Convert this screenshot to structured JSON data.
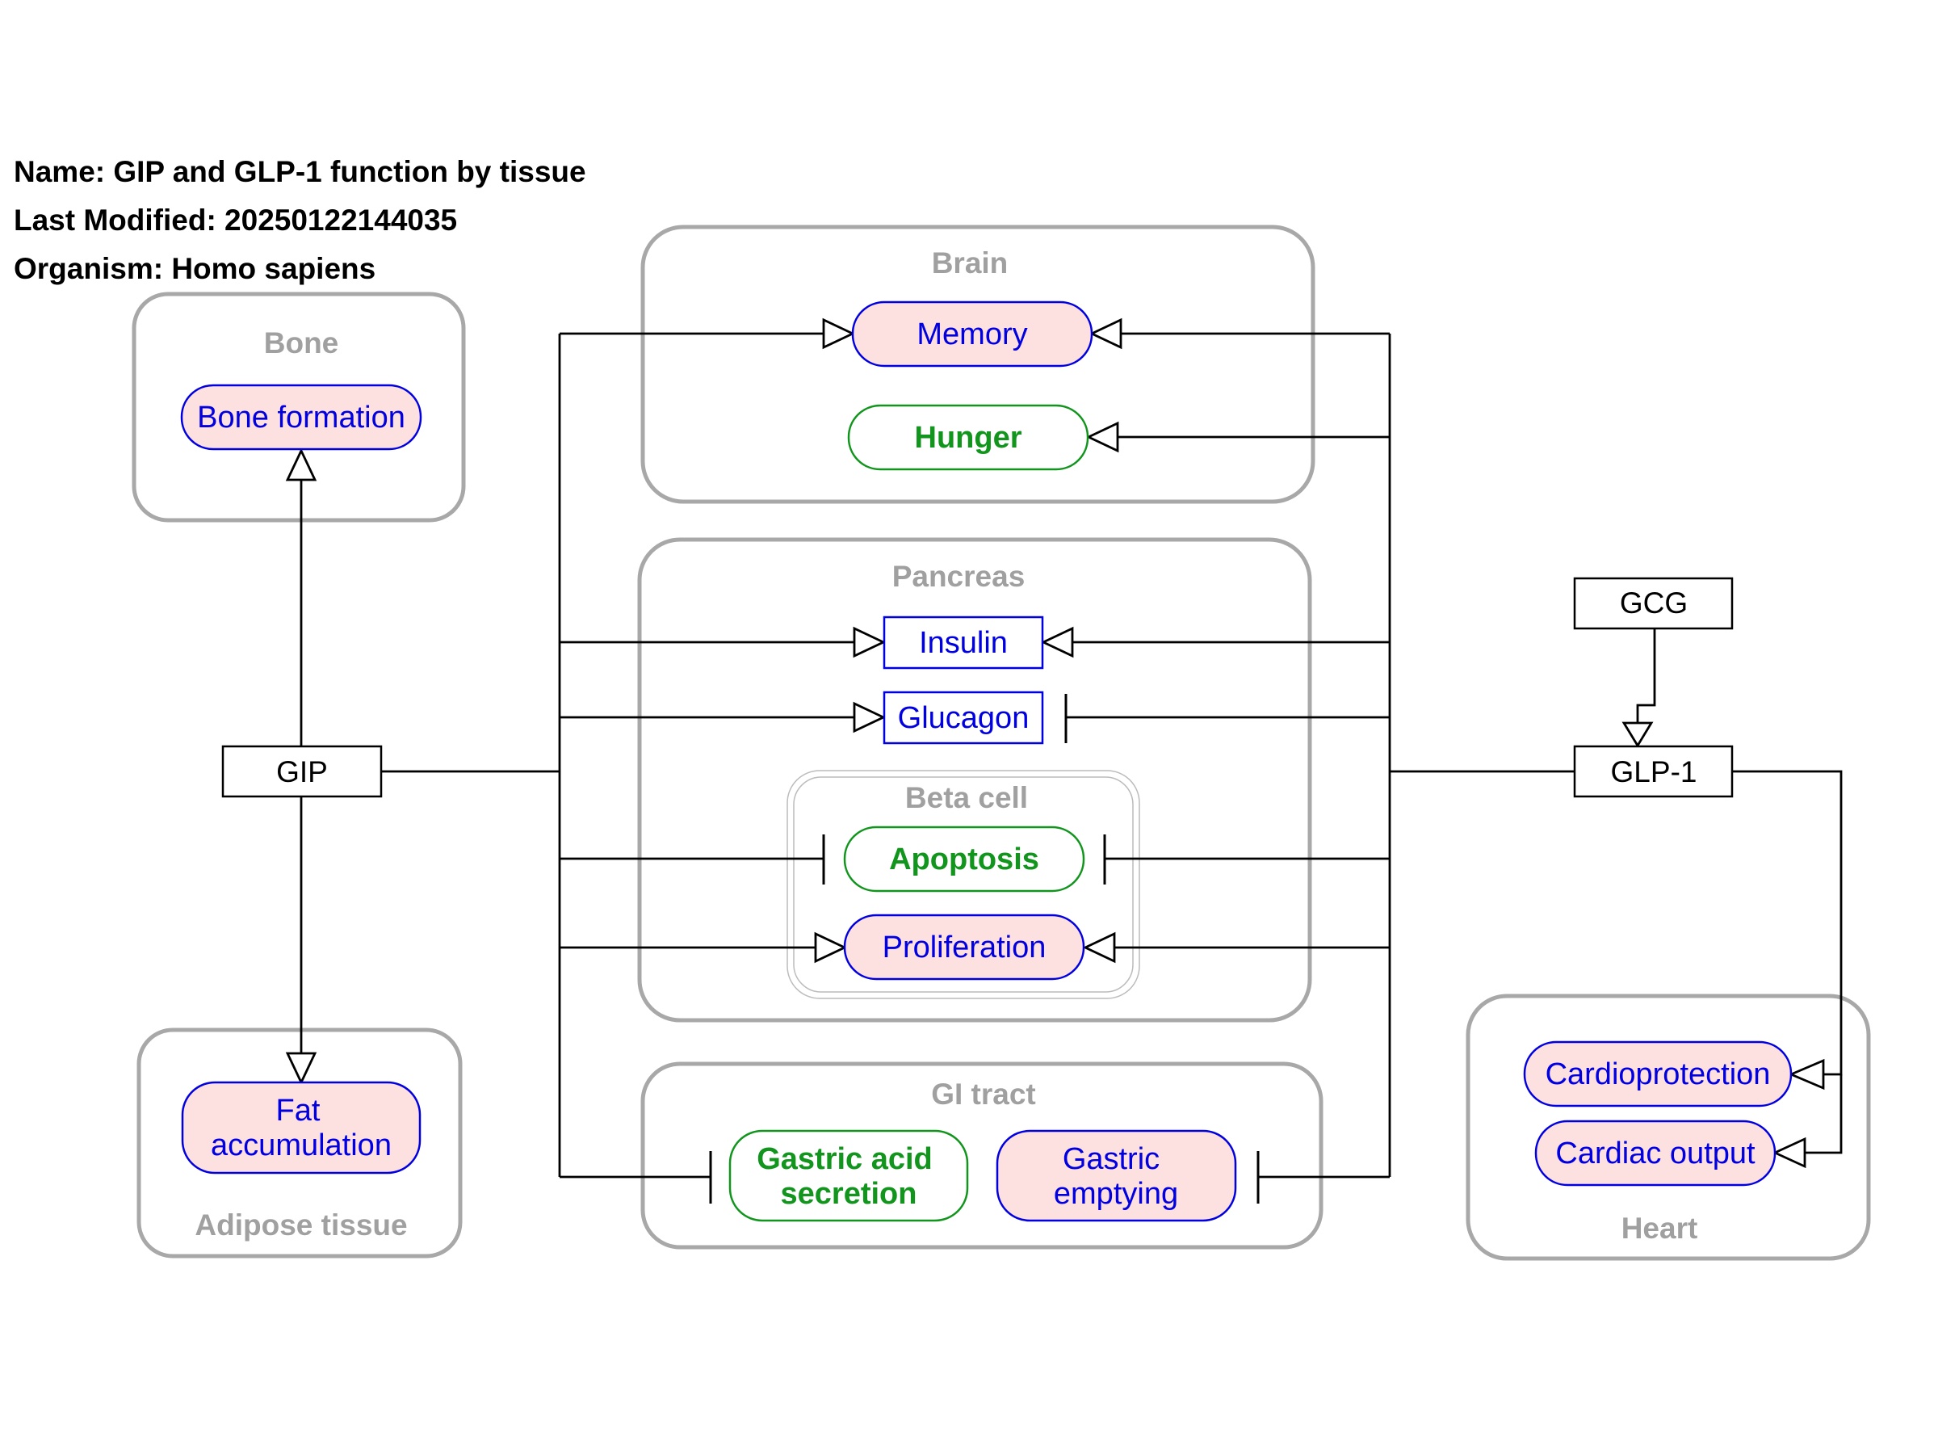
{
  "header": {
    "name": "Name: GIP and GLP-1 function by tissue",
    "modified": "Last Modified: 20250122144035",
    "organism": "Organism: Homo sapiens"
  },
  "compartments": {
    "bone": "Bone",
    "brain": "Brain",
    "pancreas": "Pancreas",
    "beta_cell": "Beta cell",
    "gi_tract": "GI tract",
    "adipose": "Adipose tissue",
    "heart": "Heart"
  },
  "genes": {
    "gip": "GIP",
    "glp1": "GLP-1",
    "gcg": "GCG"
  },
  "nodes": {
    "bone_formation": "Bone formation",
    "memory": "Memory",
    "hunger": "Hunger",
    "insulin": "Insulin",
    "glucagon": "Glucagon",
    "apoptosis": "Apoptosis",
    "proliferation": "Proliferation",
    "fat_line1": "Fat",
    "fat_line2": "accumulation",
    "gastric_acid_line1": "Gastric acid",
    "gastric_acid_line2": "secretion",
    "gastric_emptying_line1": "Gastric",
    "gastric_emptying_line2": "emptying",
    "cardioprotection": "Cardioprotection",
    "cardiac_output": "Cardiac output"
  },
  "colors": {
    "process_fill": "#fde0e0",
    "process_stroke": "#0000e0",
    "inhibited_stroke": "#11951d",
    "compartment": "#a8a8a8"
  }
}
